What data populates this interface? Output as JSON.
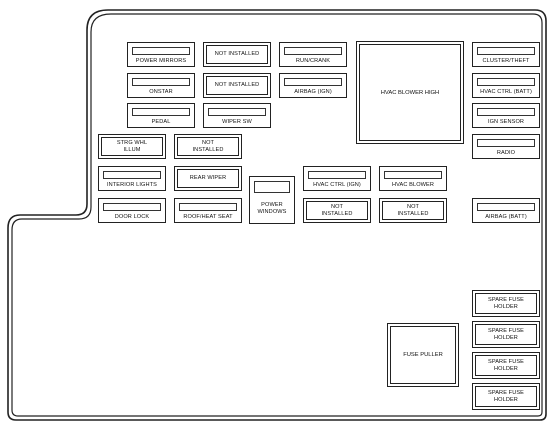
{
  "fuses": {
    "power_mirrors": "POWER MIRRORS",
    "onstar": "ONSTAR",
    "pedal": "PEDAL",
    "not_installed_1": "NOT INSTALLED",
    "not_installed_2": "NOT INSTALLED",
    "wiper_sw": "WIPER SW",
    "run_crank": "RUN/CRANK",
    "airbag_ign": "AIRBAG (IGN)",
    "hvac_blower_high": "HVAC BLOWER HIGH",
    "cluster_theft": "CLUSTER/THEFT",
    "hvac_ctrl_batt": "HVAC CTRL (BATT)",
    "ign_sensor": "IGN SENSOR",
    "radio": "RADIO",
    "strg_whl_illum": "STRG WHL ILLUM",
    "not_installed_3": "NOT INSTALLED",
    "interior_lights": "INTERIOR LIGHTS",
    "rear_wiper": "REAR WIPER",
    "door_lock": "DOOR LOCK",
    "roof_heat_seat": "ROOF/HEAT SEAT",
    "power_windows": "POWER WINDOWS",
    "hvac_ctrl_ign": "HVAC CTRL (IGN)",
    "hvac_blower": "HVAC BLOWER",
    "not_installed_4": "NOT INSTALLED",
    "not_installed_5": "NOT INSTALLED",
    "airbag_batt": "AIRBAG (BATT)",
    "spare_1": "SPARE FUSE HOLDER",
    "spare_2": "SPARE FUSE HOLDER",
    "spare_3": "SPARE FUSE HOLDER",
    "spare_4": "SPARE FUSE HOLDER",
    "fuse_puller": "FUSE PULLER"
  }
}
